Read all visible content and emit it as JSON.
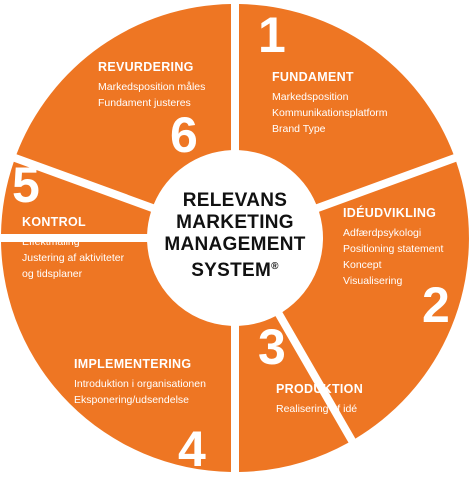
{
  "colors": {
    "segment": "#ee7623",
    "text": "#ffffff",
    "center_text": "#111111",
    "background": "#ffffff"
  },
  "center": {
    "line1": "RELEVANS",
    "line2": "MARKETING",
    "line3": "MANAGEMENT",
    "line4": "SYSTEM",
    "mark": "®"
  },
  "segments": [
    {
      "number": "1",
      "title": "FUNDAMENT",
      "items": [
        "Markedsposition",
        "Kommunikationsplatform",
        "Brand Type"
      ]
    },
    {
      "number": "2",
      "title": "IDÉUDVIKLING",
      "items": [
        "Adfærdpsykologi",
        "Positioning statement",
        "Koncept",
        "Visualisering"
      ]
    },
    {
      "number": "3",
      "title": "PRODUKTION",
      "items": [
        "Realisering af idé"
      ]
    },
    {
      "number": "4",
      "title": "IMPLEMENTERING",
      "items": [
        "Introduktion i organisationen",
        "Eksponering/udsendelse"
      ]
    },
    {
      "number": "5",
      "title": "KONTROL",
      "items": [
        "Effektmåling",
        "Justering af aktiviteter",
        "og tidsplaner"
      ]
    },
    {
      "number": "6",
      "title": "REVURDERING",
      "items": [
        "Markedsposition måles",
        "Fundament justeres"
      ]
    }
  ]
}
